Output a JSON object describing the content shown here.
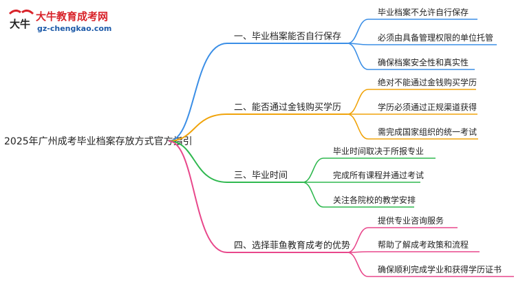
{
  "brand": {
    "name": "大牛教育成考网",
    "url": "gz-chengkao.com",
    "mark_text": "大牛"
  },
  "root": {
    "label": "2025年广州成考毕业档案存放方式官方指引"
  },
  "branches": [
    {
      "label": "一、毕业档案能否自行保存",
      "color": "#3a8ee6",
      "children": [
        "毕业档案不允许自行保存",
        "必须由具备管理权限的单位托管",
        "确保档案安全性和真实性"
      ]
    },
    {
      "label": "二、能否通过金钱购买学历",
      "color": "#f0a30a",
      "children": [
        "绝对不能通过金钱购买学历",
        "学历必须通过正规渠道获得",
        "需完成国家组织的统一考试"
      ]
    },
    {
      "label": "三、毕业时间",
      "color": "#2fb84f",
      "children": [
        "毕业时间取决于所报专业",
        "完成所有课程并通过考试",
        "关注各院校的教学安排"
      ]
    },
    {
      "label": "四、选择菲鱼教育成考的优势",
      "color": "#e8478b",
      "children": [
        "提供专业咨询服务",
        "帮助了解成考政策和流程",
        "确保顺利完成学业和获得学历证书"
      ]
    }
  ]
}
